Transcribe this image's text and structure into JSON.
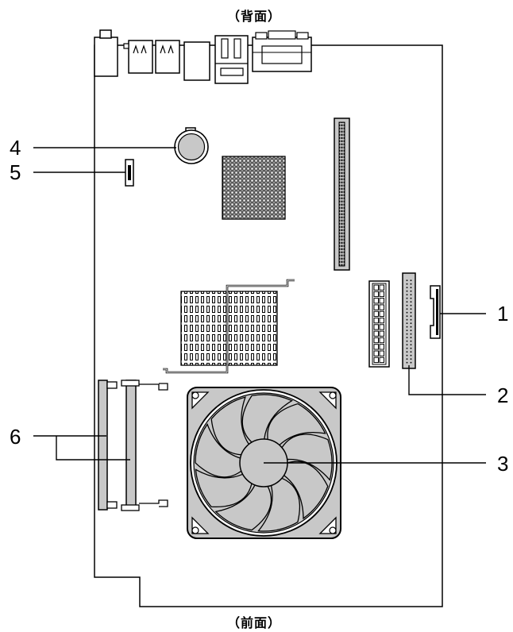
{
  "captions": {
    "rear": "（背面）",
    "front": "（前面）"
  },
  "callouts": {
    "c1": "1",
    "c2": "2",
    "c3": "3",
    "c4": "4",
    "c5": "5",
    "c6": "6"
  },
  "colors": {
    "stroke": "#000000",
    "component_fill": "#c8c8c8",
    "board_fill": "#ffffff"
  }
}
